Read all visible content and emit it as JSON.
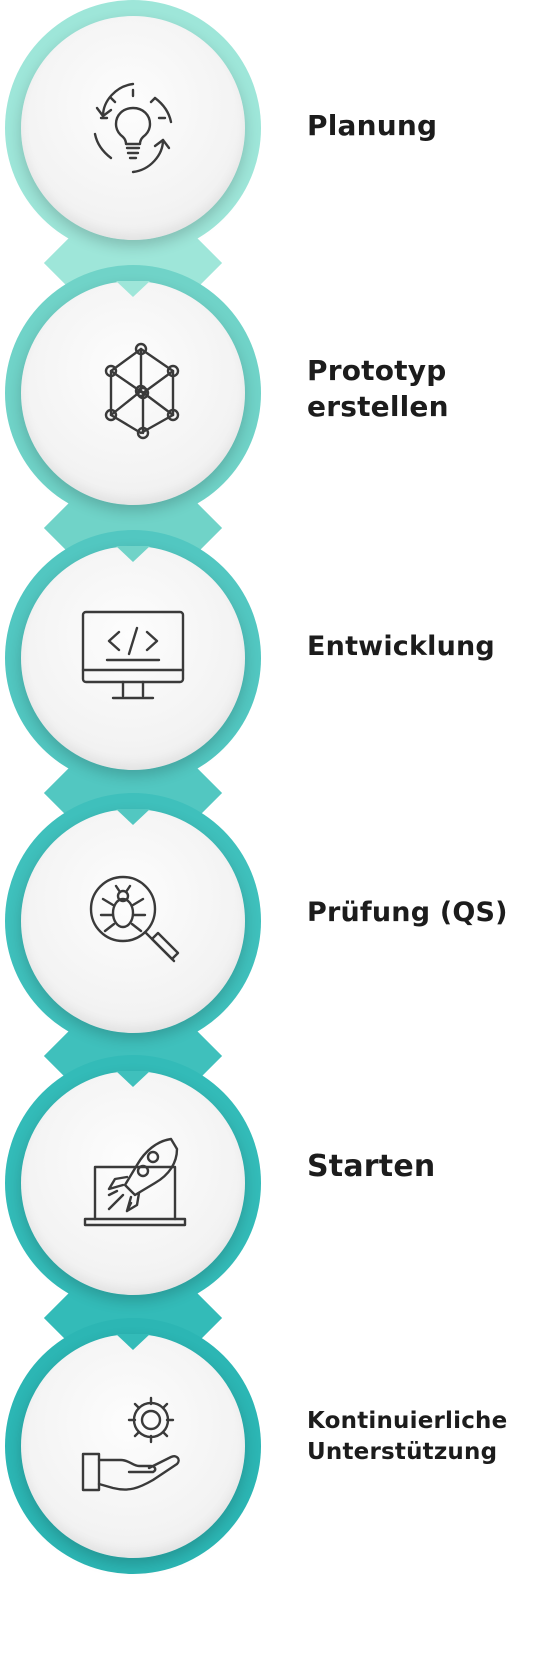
{
  "steps": [
    {
      "label": "Planung",
      "icon": "lightbulb-cycle-icon",
      "color": "#9ee6d9"
    },
    {
      "label": "Prototyp\nerstellen",
      "icon": "cube-wireframe-icon",
      "color": "#70d3c8"
    },
    {
      "label": "Entwicklung",
      "icon": "monitor-code-icon",
      "color": "#52c7c1"
    },
    {
      "label": "Prüfung (QS)",
      "icon": "bug-magnifier-icon",
      "color": "#3fc0bc"
    },
    {
      "label": "Starten",
      "icon": "laptop-rocket-icon",
      "color": "#33bbb8"
    },
    {
      "label": "Kontinuierliche\nUnterstützung",
      "icon": "hand-gear-icon",
      "color": "#2cb6b4"
    }
  ]
}
